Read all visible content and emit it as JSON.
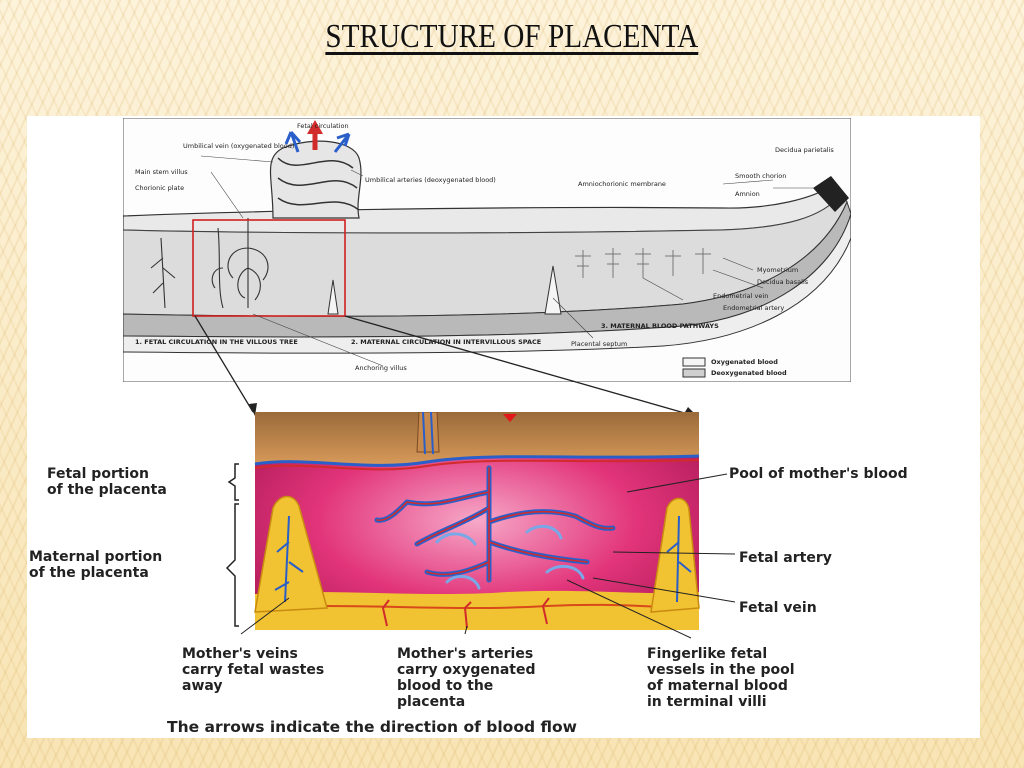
{
  "slide": {
    "title": "STRUCTURE  OF  PLACENTA"
  },
  "top_diagram": {
    "labels": {
      "fetal_circulation": "Fetal circulation",
      "umbilical_vein": "Umbilical vein (oxygenated blood)",
      "umbilical_arteries": "Umbilical arteries (deoxygenated blood)",
      "main_stem_villus": "Main stem villus",
      "chorionic_plate": "Chorionic plate",
      "amniochorionic_membrane": "Amniochorionic membrane",
      "smooth_chorion": "Smooth chorion",
      "amnion": "Amnion",
      "decidua_parietalis": "Decidua parietalis",
      "myometrium": "Myometrium",
      "decidua_basalis": "Decidua basalis",
      "endometrial_vein": "Endometrial vein",
      "endometrial_artery": "Endometrial artery",
      "maternal_blood_pathways": "3. MATERNAL BLOOD PATHWAYS",
      "placental_septum": "Placental septum",
      "fetal_circulation_villous": "1. FETAL CIRCULATION IN THE VILLOUS TREE",
      "maternal_circulation": "2. MATERNAL CIRCULATION IN INTERVILLOUS SPACE",
      "anchoring_villus": "Anchoring villus",
      "legend_oxygenated": "Oxygenated blood",
      "legend_deoxygenated": "Deoxygenated blood"
    }
  },
  "bottom_diagram": {
    "labels": {
      "fetal_portion": [
        "Fetal portion",
        "of the placenta"
      ],
      "maternal_portion": [
        "Maternal portion",
        "of the placenta"
      ],
      "pool_of_mothers_blood": "Pool of mother's blood",
      "fetal_artery": "Fetal artery",
      "fetal_vein": "Fetal vein",
      "mothers_veins": [
        "Mother's veins",
        "carry fetal wastes",
        "away"
      ],
      "mothers_arteries": [
        "Mother's arteries",
        "carry oxygenated",
        "blood to the",
        "placenta"
      ],
      "fingerlike_vessels": [
        "Fingerlike fetal",
        "vessels in the pool",
        "of maternal blood",
        "in terminal villi"
      ],
      "caption": "The arrows indicate the direction of blood flow"
    }
  },
  "colors": {
    "oxygenated": "#d22b2b",
    "deoxygenated": "#2a5fc9",
    "pool": "#e2347a",
    "maternal_tissue": "#f1c232"
  }
}
